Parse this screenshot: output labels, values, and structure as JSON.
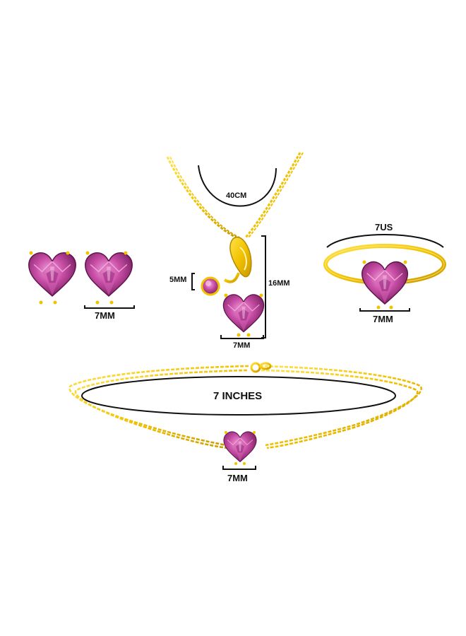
{
  "colors": {
    "gold": "#f2c200",
    "gold_dark": "#c99a00",
    "gem": "#c0409a",
    "gem_light": "#e07ac4",
    "gem_dark": "#7a1f62",
    "line": "#111111"
  },
  "earrings": {
    "width_label": "7MM"
  },
  "necklace": {
    "chain_label": "40CM",
    "small_stone_label": "5MM",
    "pendant_height_label": "16MM",
    "heart_width_label": "7MM"
  },
  "ring": {
    "size_label": "7US",
    "stone_label": "7MM"
  },
  "bracelet": {
    "length_label": "7 INCHES",
    "stone_label": "7MM"
  }
}
